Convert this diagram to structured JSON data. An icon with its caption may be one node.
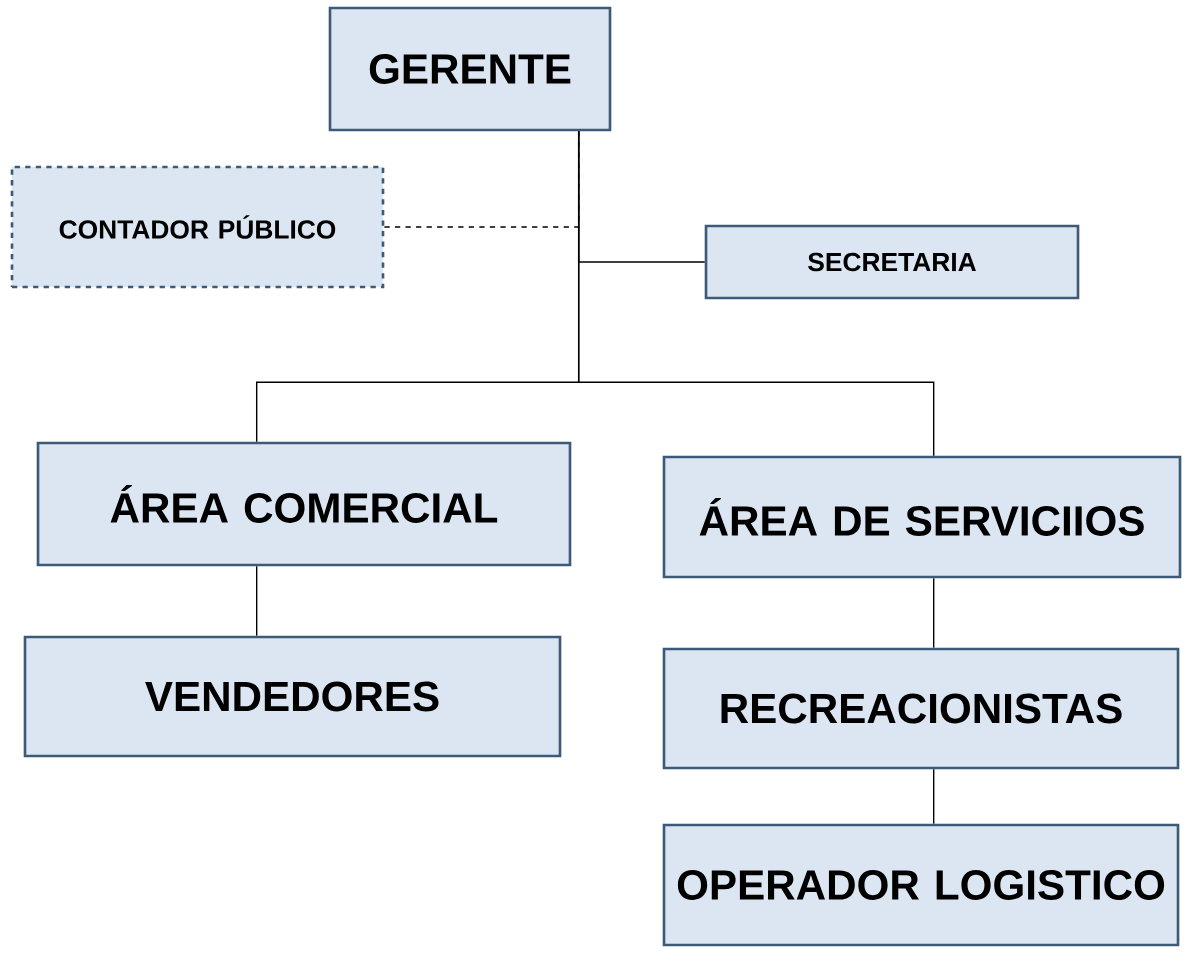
{
  "diagram": {
    "nodes": [
      {
        "text": [
          "GERENTE"
        ]
      },
      {
        "text": [
          "CONTADOR PÚBLICO"
        ]
      },
      {
        "text": [
          "SECRETARIA"
        ]
      },
      {
        "text": [
          "ÁREA COMERCIAL"
        ]
      },
      {
        "text": [
          "ÁREA DE SERVICIIOS"
        ]
      },
      {
        "text": [
          "VENDEDORES"
        ]
      },
      {
        "text": [
          "RECREACIONISTAS"
        ]
      },
      {
        "text": [
          "OPERADOR LOGISTICO"
        ]
      }
    ],
    "edges": [
      {
        "from": 0,
        "to": 1,
        "arrow": "none",
        "style": "dashed"
      },
      {
        "from": 0,
        "to": 2,
        "arrow": "none"
      },
      {
        "from": 0,
        "to": 3,
        "arrow": "none"
      },
      {
        "from": 0,
        "to": 4,
        "arrow": "none"
      },
      {
        "from": 3,
        "to": 5,
        "arrow": "none"
      },
      {
        "from": 4,
        "to": 6,
        "arrow": "none"
      },
      {
        "from": 6,
        "to": 7,
        "arrow": "none"
      }
    ]
  }
}
